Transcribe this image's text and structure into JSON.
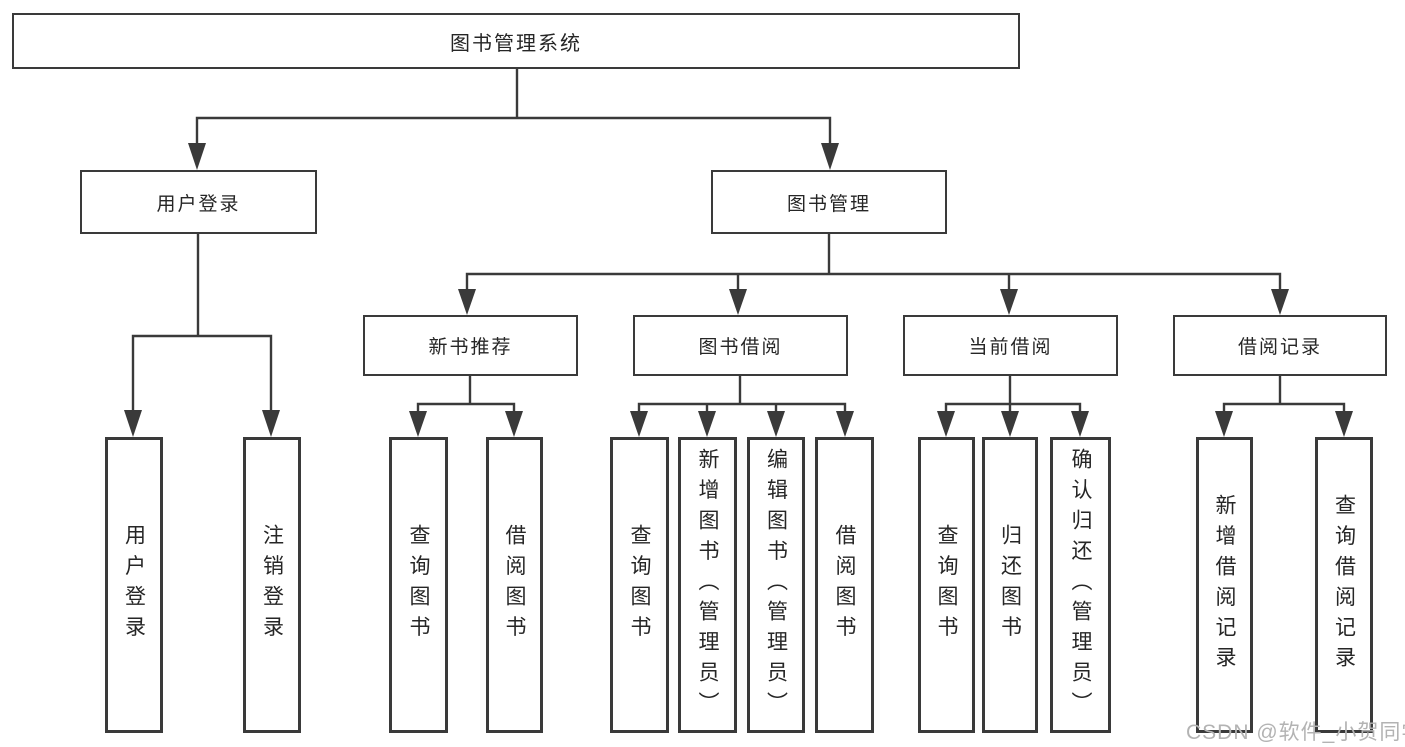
{
  "diagram": {
    "root": {
      "label": "图书管理系统"
    },
    "level2": {
      "user_login": {
        "label": "用户登录"
      },
      "book_mgmt": {
        "label": "图书管理"
      }
    },
    "level3": {
      "new_books": {
        "label": "新书推荐"
      },
      "book_borrow": {
        "label": "图书借阅"
      },
      "current_borrow": {
        "label": "当前借阅"
      },
      "borrow_records": {
        "label": "借阅记录"
      }
    },
    "leaves": [
      {
        "label": "用户登录",
        "parent": "用户登录"
      },
      {
        "label": "注销登录",
        "parent": "用户登录"
      },
      {
        "label": "查询图书",
        "parent": "新书推荐"
      },
      {
        "label": "借阅图书",
        "parent": "新书推荐"
      },
      {
        "label": "查询图书",
        "parent": "图书借阅"
      },
      {
        "label": "新增图书（管理员）",
        "parent": "图书借阅"
      },
      {
        "label": "编辑图书（管理员）",
        "parent": "图书借阅"
      },
      {
        "label": "借阅图书",
        "parent": "图书借阅"
      },
      {
        "label": "查询图书",
        "parent": "当前借阅"
      },
      {
        "label": "归还图书",
        "parent": "当前借阅"
      },
      {
        "label": "确认归还（管理员）",
        "parent": "当前借阅"
      },
      {
        "label": "新增借阅记录",
        "parent": "借阅记录"
      },
      {
        "label": "查询借阅记录",
        "parent": "借阅记录"
      }
    ]
  },
  "watermark": "CSDN @软件_小贺同学",
  "colors": {
    "line": "#3a3a3a",
    "text": "#262626",
    "watermark": "#b3b3b3",
    "background": "#ffffff"
  }
}
